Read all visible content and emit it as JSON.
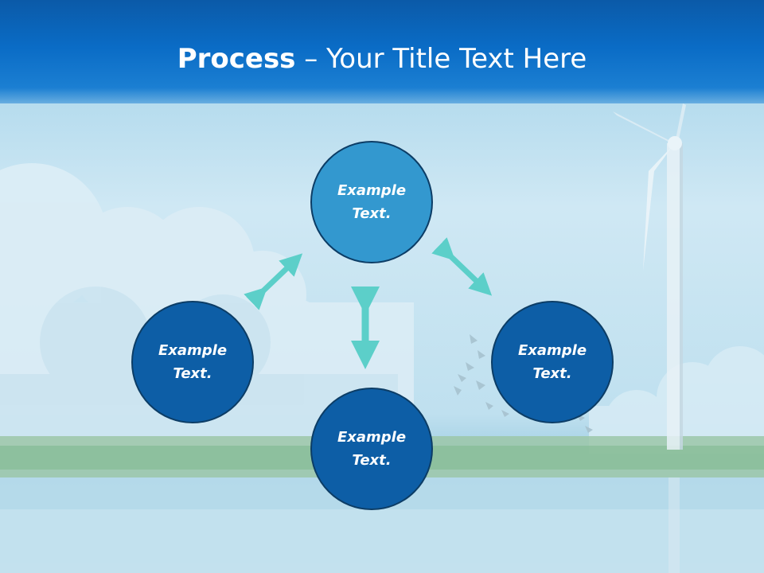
{
  "slide": {
    "title_bold": "Process",
    "title_rest": " – Your Title Text Here"
  },
  "circles": [
    {
      "text": "Example Text."
    },
    {
      "text": "Example Text."
    },
    {
      "text": "Example Text."
    },
    {
      "text": "Example Text."
    }
  ],
  "colors": {
    "title_bar": "#0a6cc6",
    "circle_top": "#3398cf",
    "circle_dark": "#0d5ea6",
    "arrow": "#5ccfc9"
  }
}
